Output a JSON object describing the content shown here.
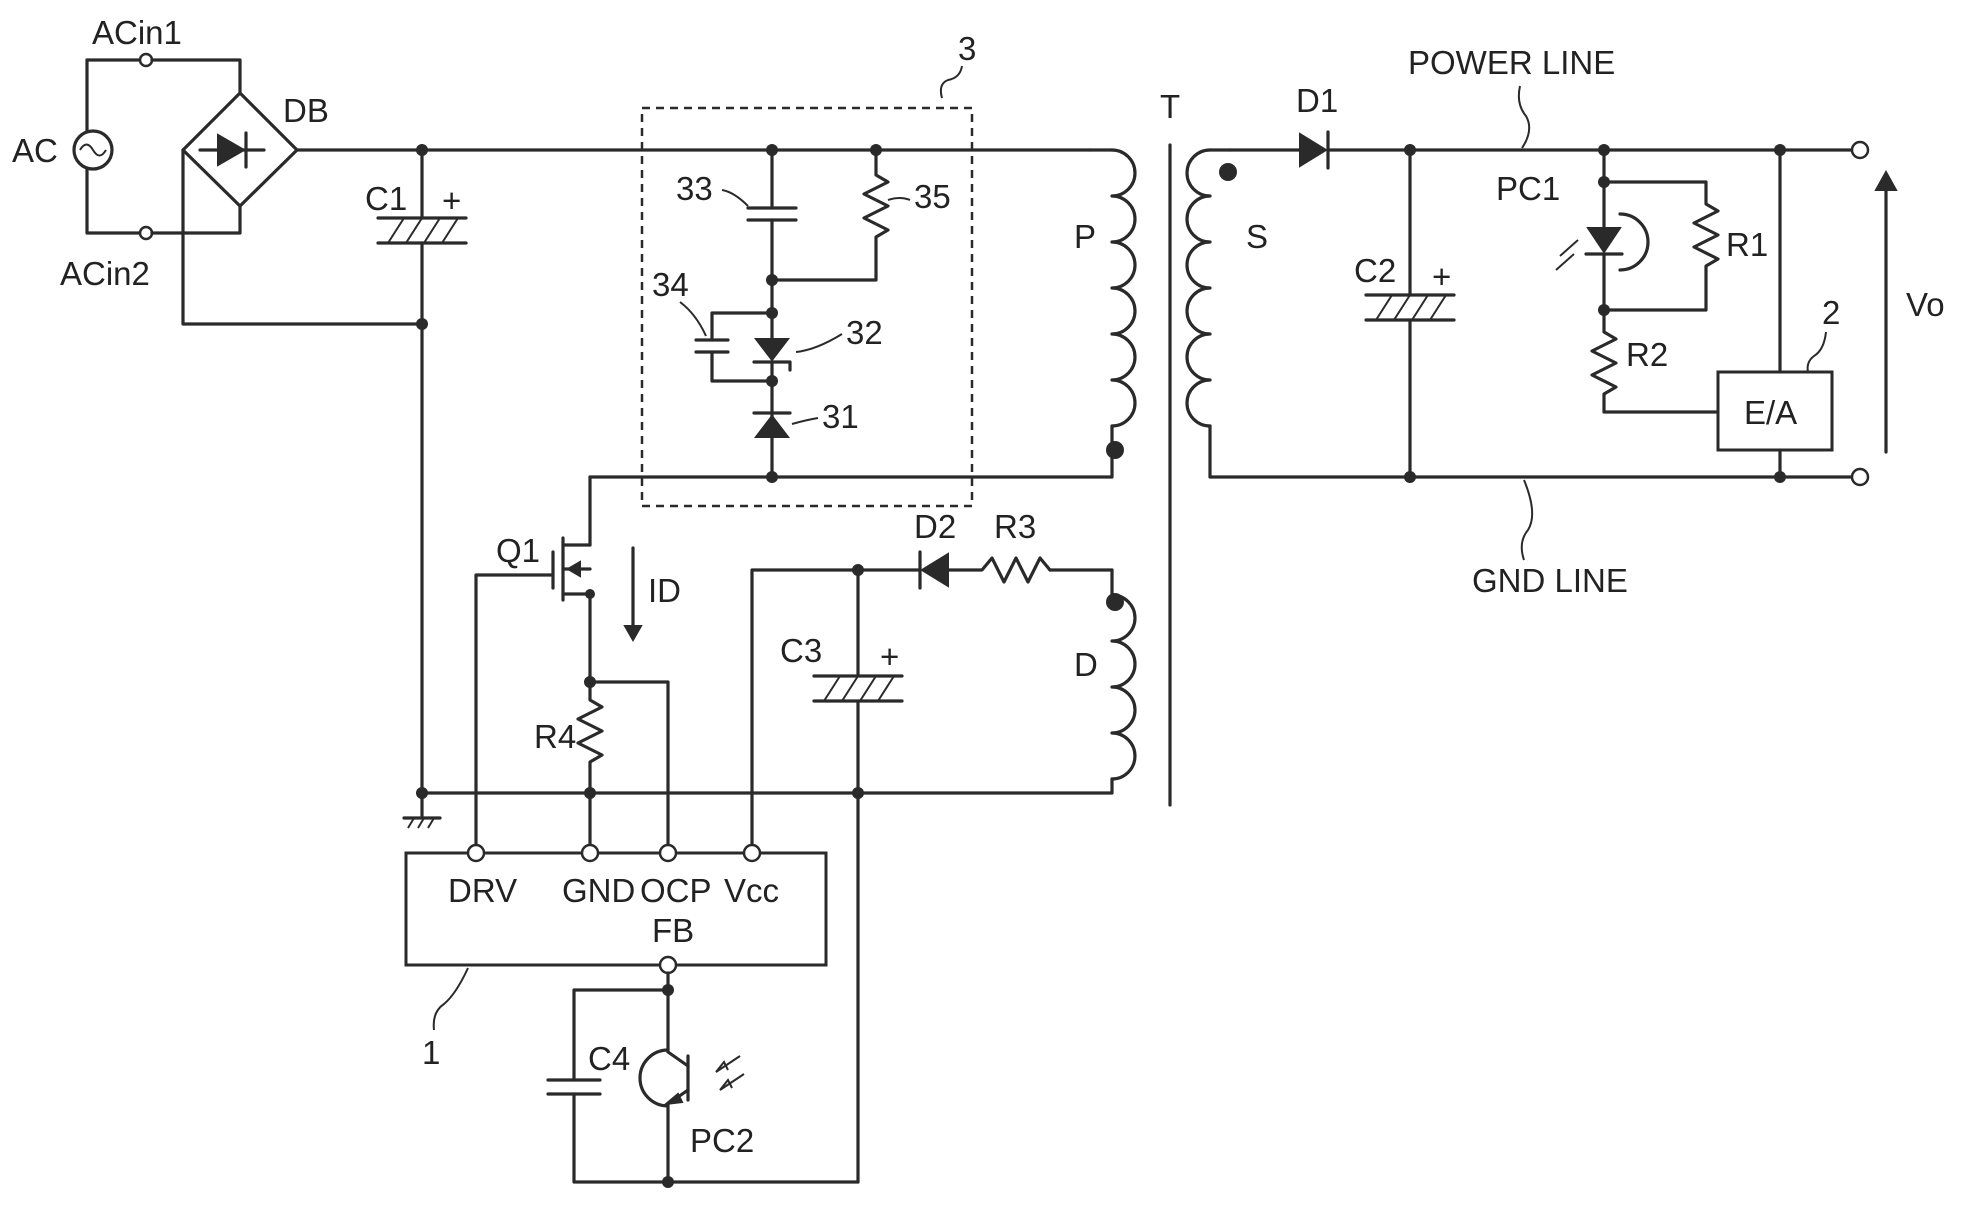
{
  "labels": {
    "ac": "AC",
    "acin1": "ACin1",
    "acin2": "ACin2",
    "db": "DB",
    "c1": "C1",
    "c1_plus": "+",
    "block3": "3",
    "c33": "33",
    "r35": "35",
    "c34": "34",
    "z32": "32",
    "d31": "31",
    "transformer": "T",
    "primary": "P",
    "secondary": "S",
    "aux": "D",
    "d1": "D1",
    "power_line": "POWER LINE",
    "gnd_line": "GND LINE",
    "c2": "C2",
    "c2_plus": "+",
    "pc1": "PC1",
    "r1": "R1",
    "r2": "R2",
    "ea_ref": "2",
    "ea": "E/A",
    "vo": "Vo",
    "q1": "Q1",
    "id": "ID",
    "d2": "D2",
    "r3": "R3",
    "c3": "C3",
    "c3_plus": "+",
    "r4": "R4",
    "pin_drv": "DRV",
    "pin_gnd": "GND",
    "pin_ocp": "OCP",
    "pin_vcc": "Vcc",
    "pin_fb": "FB",
    "ic_ref": "1",
    "c4": "C4",
    "pc2": "PC2"
  }
}
